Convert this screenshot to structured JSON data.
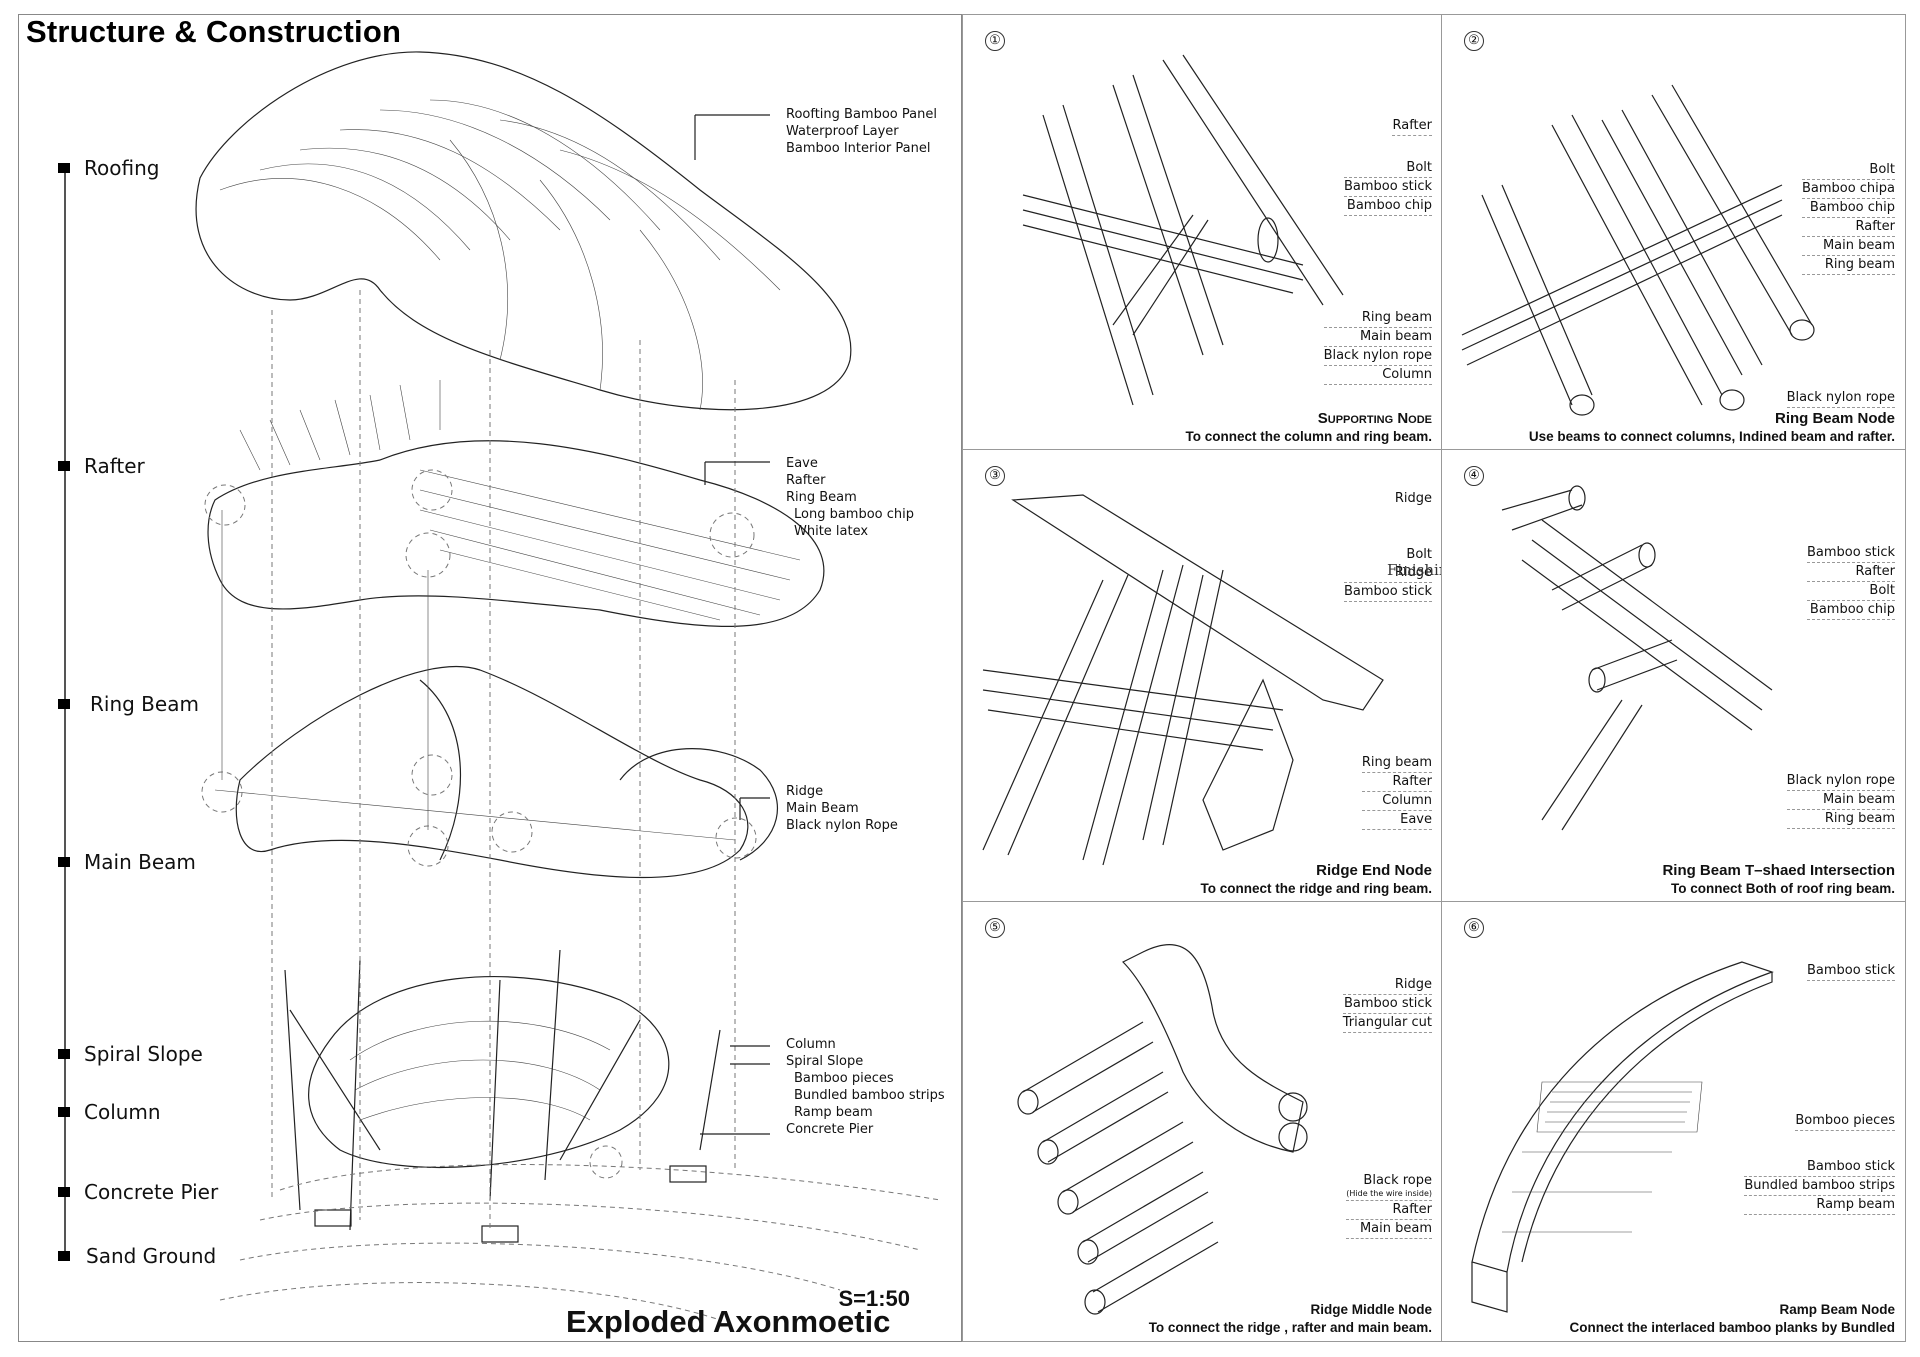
{
  "title": "Structure & Construction",
  "subtitle": "Exploded Axonmoetic",
  "scale": "S=1:50",
  "layers": [
    {
      "label": "Roofing"
    },
    {
      "label": "Rafter"
    },
    {
      "label": "Ring Beam"
    },
    {
      "label": "Main Beam"
    },
    {
      "label": "Spiral Slope"
    },
    {
      "label": "Column"
    },
    {
      "label": "Concrete Pier"
    },
    {
      "label": "Sand Ground"
    }
  ],
  "callouts": {
    "roofing": [
      "Roofting Bamboo Panel",
      "Waterproof Layer",
      "Bamboo Interior Panel"
    ],
    "rafter": [
      "Eave",
      "Rafter",
      "Ring Beam",
      "Long bamboo chip",
      "White latex"
    ],
    "main_beam": [
      "Ridge",
      "Main Beam",
      "Black nylon Rope"
    ],
    "column": [
      "Column",
      "Spiral Slope",
      "Bamboo pieces",
      "Bundled bamboo strips",
      "Ramp beam",
      "Concrete Pier"
    ]
  },
  "node_markers": [
    "①",
    "②",
    "③",
    "④",
    "⑤",
    "⑥"
  ],
  "details": [
    {
      "number": "①",
      "labels": [
        "Rafter",
        "Bolt",
        "Bamboo stick",
        "Bamboo chip",
        "Ring beam",
        "Main beam",
        "Black nylon rope",
        "Column"
      ],
      "title": "Supporting Node",
      "description": "To connect the column and ring beam."
    },
    {
      "number": "②",
      "labels": [
        "Bolt",
        "Bamboo chipa",
        "Bamboo chip",
        "Rafter",
        "Main beam",
        "Ring beam",
        "Black nylon rope"
      ],
      "title": "Ring Beam Node",
      "description": "Use beams to connect columns, Indined beam and rafter."
    },
    {
      "number": "③",
      "labels": [
        "Ridge",
        "Bolt",
        "Ridge",
        "Bamboo stick",
        "Ring beam",
        "Rafter",
        "Column",
        "Eave"
      ],
      "overlay": "Finishing material",
      "title": "Ridge End Node",
      "description": "To connect the  ridge and ring beam."
    },
    {
      "number": "④",
      "labels": [
        "Bamboo stick",
        "Rafter",
        "Bolt",
        "Bamboo chip",
        "Black nylon rope",
        "Main beam",
        "Ring beam"
      ],
      "title": "Ring Beam T–shaed Intersection",
      "description": "To connect Both of  roof ring beam."
    },
    {
      "number": "⑤",
      "labels": [
        "Ridge",
        "Bamboo stick",
        "Triangular cut",
        "Black rope",
        "(Hide the wire inside)",
        "Rafter",
        "Main beam"
      ],
      "title": "Ridge  Middle Node",
      "description": "To connect the  ridge , rafter and main beam."
    },
    {
      "number": "⑥",
      "labels": [
        "Bamboo stick",
        "Bomboo pieces",
        "Bamboo stick",
        "Bundled bamboo strips",
        "Ramp beam"
      ],
      "title": "Ramp Beam Node",
      "description": "Connect the interlaced bamboo planks by Bundled"
    }
  ]
}
